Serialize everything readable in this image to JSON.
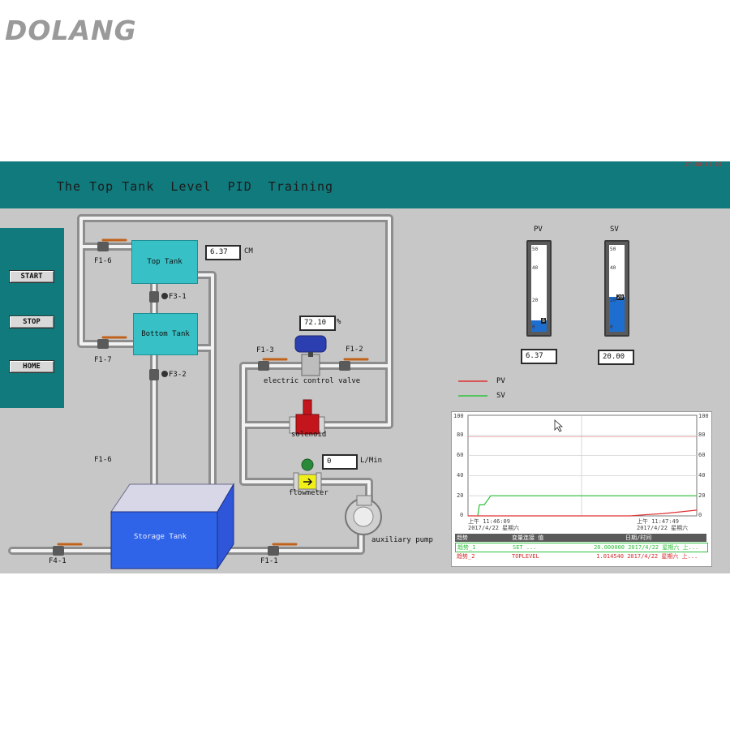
{
  "logo": {
    "text": "DOLANG"
  },
  "header": {
    "title": "The Top Tank  Level  PID  Training",
    "clock": "17:48:41:16"
  },
  "sidebar": {
    "start_label": "START",
    "stop_label": "STOP",
    "home_label": "HOME"
  },
  "tanks": {
    "top": "Top Tank",
    "bottom": "Bottom Tank",
    "storage": "Storage Tank"
  },
  "readouts": {
    "top_level": "6.37",
    "top_level_unit": "CM",
    "valve_opening": "72.10",
    "valve_unit": "%",
    "flow": "0",
    "flow_unit": "L/Min"
  },
  "labels": {
    "f1_6_top": "F1-6",
    "f1_7": "F1-7",
    "f3_1": "F3-1",
    "f3_2": "F3-2",
    "f1_6_side": "F1-6",
    "f1_3": "F1-3",
    "f1_2": "F1-2",
    "electric_valve": "electric control valve",
    "solenoid": "solenoid",
    "flowmeter": "flowmeter",
    "auxiliary_pump": "auxiliary pump",
    "f4_1": "F4-1",
    "f1_1": "F1-1"
  },
  "gauges": {
    "pv": {
      "title": "PV",
      "value": 6.37,
      "display": "6.37",
      "marker": "6",
      "max": 50
    },
    "sv": {
      "title": "SV",
      "value": 20,
      "display": "20.00",
      "marker": "20",
      "max": 50
    },
    "ticks": [
      "50",
      "40",
      "20",
      "0"
    ]
  },
  "legend": {
    "pv": "PV",
    "sv": "SV",
    "pv_color": "#e03030",
    "sv_color": "#2ec03a"
  },
  "trend": {
    "y_ticks": [
      "100",
      "80",
      "60",
      "40",
      "20",
      "0"
    ],
    "start_time": "上午 11:46:09",
    "start_date": "2017/4/22 星期六",
    "end_time": "上午 11:47:49",
    "end_date": "2017/4/22 星期六",
    "table": {
      "headers": [
        "趋势",
        "变量连接 值",
        "日期/时间"
      ],
      "rows": [
        {
          "name": "趋势_1",
          "var": "SET  ...",
          "value": "20.000000",
          "datetime": "2017/4/22 星期六 上..."
        },
        {
          "name": "趋势_2",
          "var": "TOPLEVEL",
          "value": "1.014540",
          "datetime": "2017/4/22 星期六 上..."
        }
      ]
    }
  }
}
